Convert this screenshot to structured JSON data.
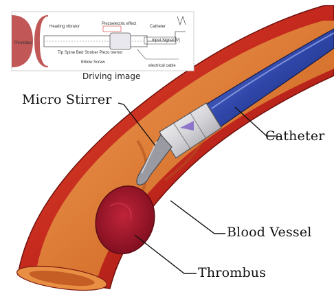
{
  "inset": {
    "caption": "Driving image",
    "labels": {
      "thrombus": "Thrombus",
      "heading_vibrator": "Heading vibrator",
      "piezoelectric_effect": "Piezoelectric effect",
      "catheter": "Catheter",
      "input_signal": "Input Signal [V]",
      "guide_wire": "Tip Spine  Bed  Strober  Piezo tremor",
      "elbow_screw": "Elbow Screw",
      "electrical_cable": "electrical cable"
    }
  },
  "callouts": {
    "micro_stirrer": "Micro Stirrer",
    "catheter": "Catheter",
    "blood_vessel": "Blood Vessel",
    "thrombus": "Thrombus"
  },
  "colors": {
    "vessel_outer": "#c0281e",
    "vessel_inner": "#e0783a",
    "catheter": "#2f46a8",
    "thrombus": "#a3142a"
  }
}
